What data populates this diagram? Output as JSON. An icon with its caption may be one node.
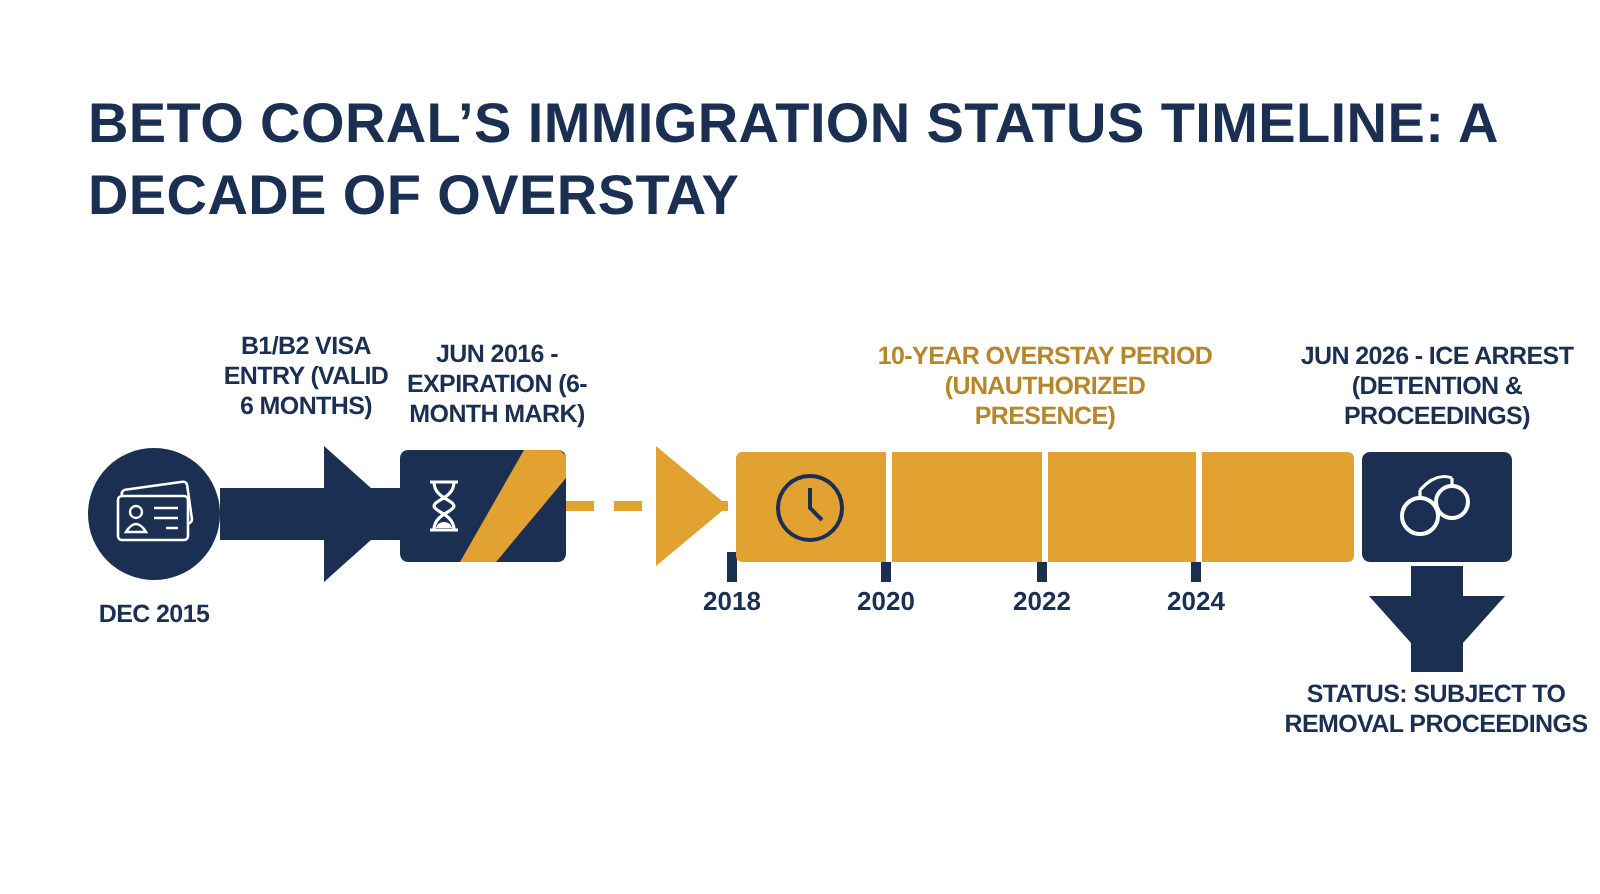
{
  "diagram": {
    "title": "BETO CORAL’S IMMIGRATION STATUS TIMELINE: A DECADE OF OVERSTAY",
    "nodes": [
      {
        "text": [],
        "shape": "circle",
        "beside": [
          "DEC 2015"
        ]
      },
      {
        "text": [
          "JUN 2016 - EXPIRATION (6-MONTH MARK)"
        ]
      },
      {
        "text": [
          "10-YEAR OVERSTAY PERIOD (UNAUTHORIZED PRESENCE)"
        ]
      },
      {
        "text": [
          "JUN 2026 - ICE ARREST (DETENTION & PROCEEDINGS)"
        ]
      },
      {
        "text": [
          "STATUS: SUBJECT TO REMOVAL PROCEEDINGS"
        ]
      }
    ],
    "edges": [
      {
        "from": 0,
        "to": 1,
        "arrow": "to",
        "label": "B1/B2 VISA ENTRY (VALID 6 MONTHS)"
      },
      {
        "from": 1,
        "to": 2,
        "arrow": "to",
        "style": "dashed",
        "color": "#e2a232"
      },
      {
        "from": 3,
        "to": 4,
        "arrow": "to"
      }
    ],
    "labels": [
      "2018",
      "2020",
      "2022",
      "2024"
    ]
  }
}
